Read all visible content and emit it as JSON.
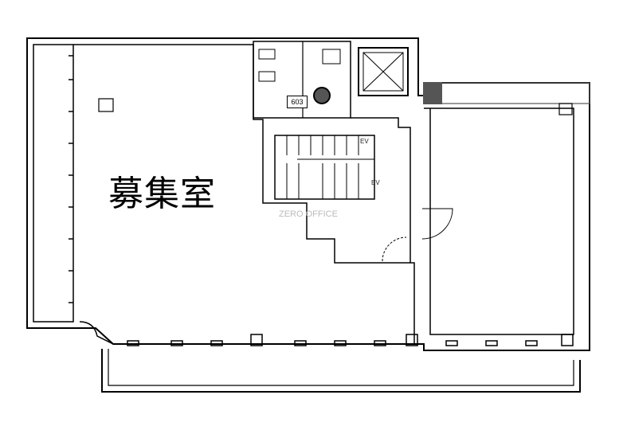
{
  "plan": {
    "room_label": "募集室",
    "watermark": "ZERO OFFICE",
    "stamp_text": "603",
    "stair_up_tag": "EV",
    "stair_dn_tag": "EV"
  },
  "colors": {
    "line": "#000000",
    "hatch": "#555555",
    "background": "#ffffff"
  }
}
